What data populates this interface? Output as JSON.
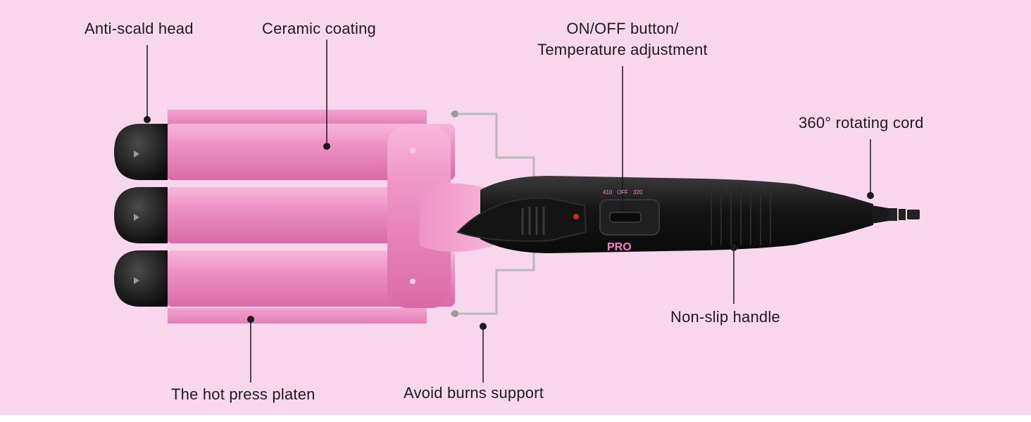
{
  "labels": {
    "anti_scald_head": "Anti-scald head",
    "ceramic_coating": "Ceramic coating",
    "on_off_line1": "ON/OFF button/",
    "on_off_line2": "Temperature adjustment",
    "rotating_cord": "360° rotating cord",
    "non_slip_handle": "Non-slip handle",
    "hot_press_platen": "The hot press platen",
    "avoid_burns_support": "Avoid burns support"
  },
  "device": {
    "temp_high": "410",
    "temp_off": "OFF",
    "temp_low": "320",
    "brand_mark": "PRO"
  },
  "colors": {
    "background": "#f8d7ee",
    "barrel_pink": "#ee95c5",
    "handle_black": "#1a1a1a",
    "temp_text_pink": "#ff7fd0"
  }
}
